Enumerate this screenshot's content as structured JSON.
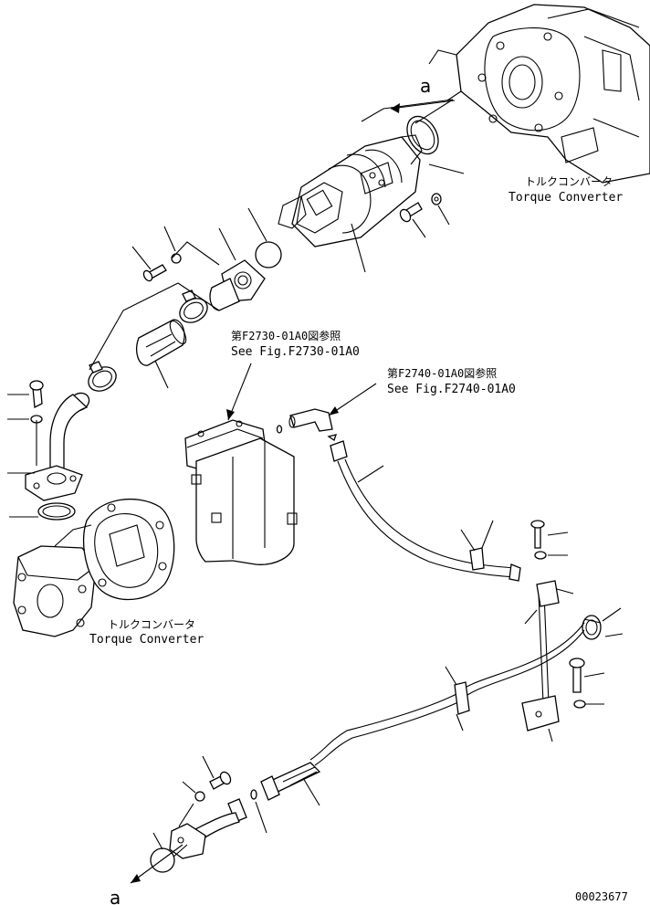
{
  "references": {
    "top_arrow_label": "a",
    "bottom_arrow_label": "a",
    "fig_2730_jp": "第F2730-01A0図参照",
    "fig_2730_en": "See Fig.F2730-01A0",
    "fig_2740_jp": "第F2740-01A0図参照",
    "fig_2740_en": "See Fig.F2740-01A0"
  },
  "components": {
    "torque_converter_top_jp": "トルクコンバータ",
    "torque_converter_top_en": "Torque Converter",
    "torque_converter_left_jp": "トルクコンバータ",
    "torque_converter_left_en": "Torque Converter"
  },
  "drawing_number": "00023677"
}
